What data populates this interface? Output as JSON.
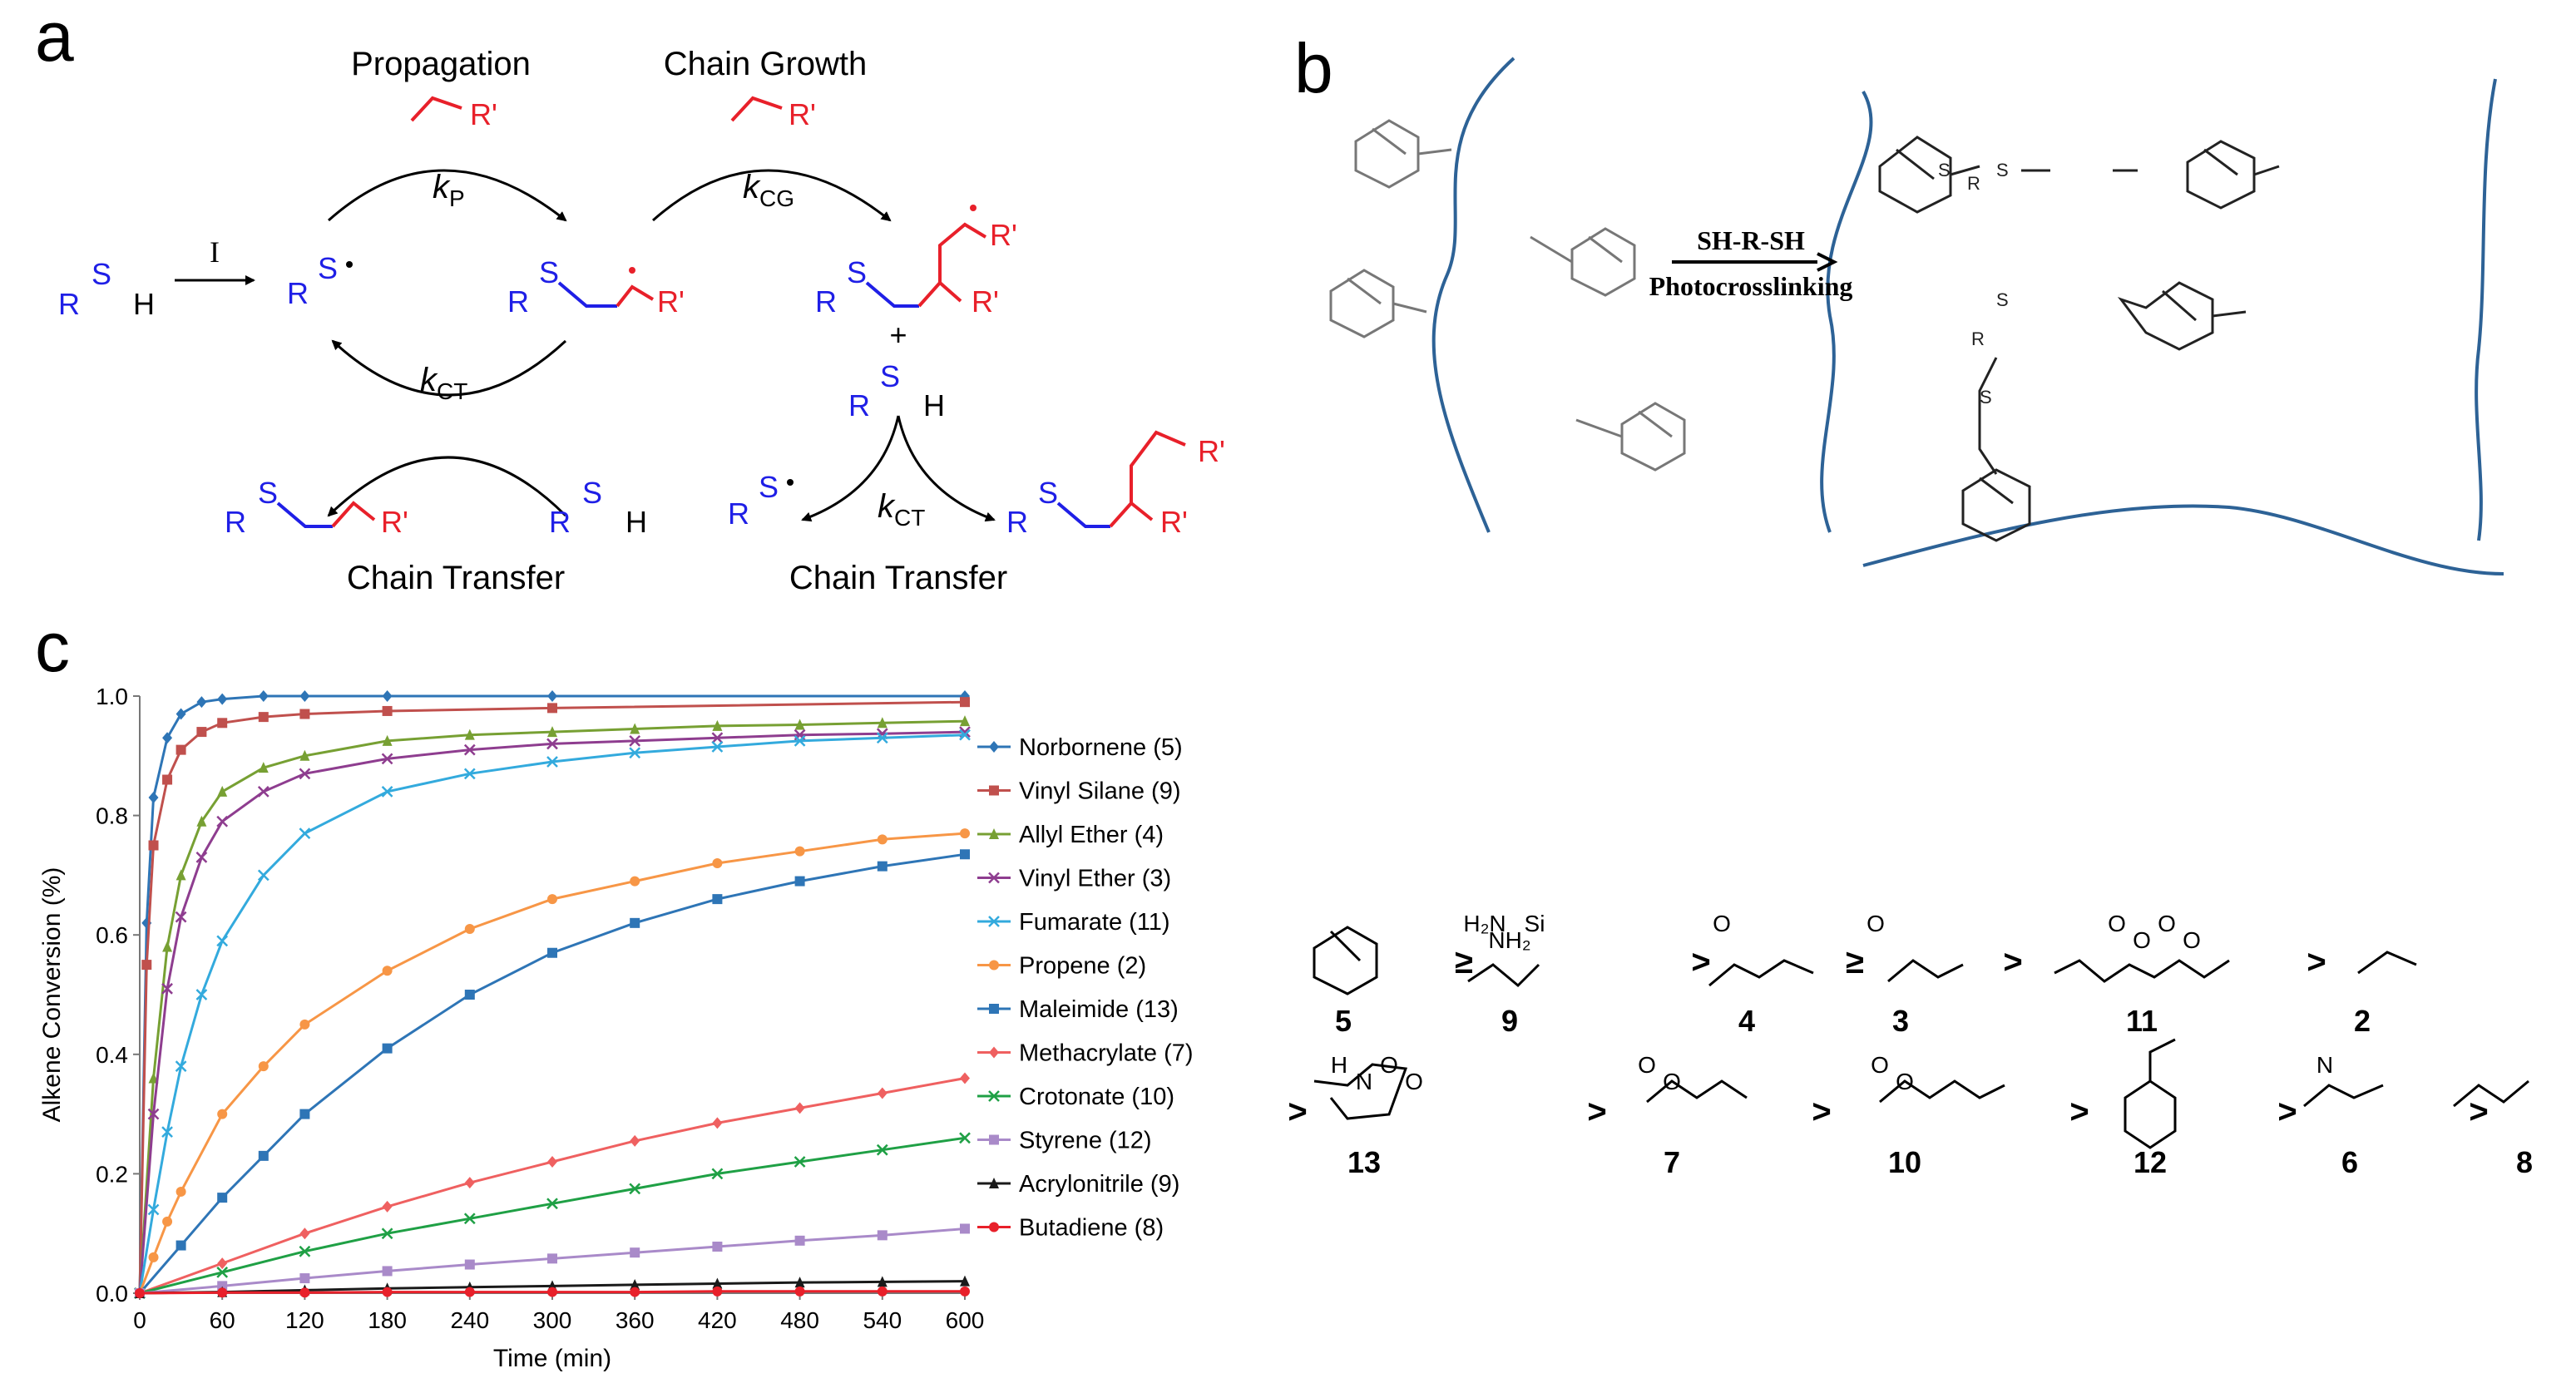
{
  "panels": {
    "a": "a",
    "b": "b",
    "c": "c"
  },
  "scheme_a": {
    "propagation": "Propagation",
    "chain_growth": "Chain Growth",
    "chain_transfer_left": "Chain Transfer",
    "chain_transfer_right": "Chain Transfer",
    "initiator": "I",
    "plus": "+",
    "kP": {
      "base": "k",
      "sub": "P"
    },
    "kCG": {
      "base": "k",
      "sub": "CG"
    },
    "kCT_left": {
      "base": "k",
      "sub": "CT"
    },
    "kCT_right": {
      "base": "k",
      "sub": "CT"
    },
    "atoms": {
      "R": "R",
      "S": "S",
      "H": "H",
      "Rp": "R'"
    },
    "colors": {
      "thiol": "#1f1fe6",
      "ene": "#e8202a",
      "text": "#000000"
    }
  },
  "scheme_b": {
    "reagent": "SH-R-SH",
    "process": "Photocrosslinking",
    "S": "S",
    "R": "R",
    "chain_color": "#2d6296"
  },
  "reactivity_order": {
    "row1": [
      {
        "num": "5",
        "name": "norbornene"
      },
      {
        "op": "≥"
      },
      {
        "num": "9",
        "name": "vinyl silane",
        "labels": [
          "H₂N",
          "NH₂",
          "Si"
        ]
      },
      {
        "op": ">"
      },
      {
        "num": "4",
        "name": "allyl ether",
        "labels": [
          "O"
        ]
      },
      {
        "op": "≥"
      },
      {
        "num": "3",
        "name": "vinyl ether",
        "labels": [
          "O"
        ]
      },
      {
        "op": ">"
      },
      {
        "num": "11",
        "name": "fumarate",
        "labels": [
          "O",
          "O",
          "O",
          "O"
        ]
      },
      {
        "op": ">"
      },
      {
        "num": "2",
        "name": "propene"
      }
    ],
    "row2": [
      {
        "op": ">"
      },
      {
        "num": "13",
        "name": "maleimide",
        "labels": [
          "H",
          "N",
          "O",
          "O"
        ]
      },
      {
        "op": ">"
      },
      {
        "num": "7",
        "name": "methacrylate",
        "labels": [
          "O",
          "O"
        ]
      },
      {
        "op": ">"
      },
      {
        "num": "10",
        "name": "crotonate",
        "labels": [
          "O",
          "O"
        ]
      },
      {
        "op": ">"
      },
      {
        "num": "12",
        "name": "styrene"
      },
      {
        "op": ">"
      },
      {
        "num": "6",
        "name": "acrylonitrile",
        "labels": [
          "N"
        ]
      },
      {
        "op": ">"
      },
      {
        "num": "8",
        "name": "butadiene"
      }
    ]
  },
  "chart_data": {
    "type": "line",
    "xlabel": "Time (min)",
    "ylabel": "Alkene Conversion (%)",
    "xlim": [
      0,
      600
    ],
    "ylim": [
      0,
      1.0
    ],
    "xticks": [
      0,
      60,
      120,
      180,
      240,
      300,
      360,
      420,
      480,
      540,
      600
    ],
    "yticks": [
      0.0,
      0.2,
      0.4,
      0.6,
      0.8,
      1.0
    ],
    "grid": false,
    "legend_position": "right",
    "series": [
      {
        "name": "Norbornene (5)",
        "color": "#2e75b6",
        "marker": "diamond",
        "x": [
          0,
          5,
          10,
          20,
          30,
          45,
          60,
          90,
          120,
          180,
          300,
          600
        ],
        "y": [
          0,
          0.62,
          0.83,
          0.93,
          0.97,
          0.99,
          0.995,
          1.0,
          1.0,
          1.0,
          1.0,
          1.0
        ]
      },
      {
        "name": "Vinyl Silane (9)",
        "color": "#c0504d",
        "marker": "square",
        "x": [
          0,
          5,
          10,
          20,
          30,
          45,
          60,
          90,
          120,
          180,
          300,
          600
        ],
        "y": [
          0,
          0.55,
          0.75,
          0.86,
          0.91,
          0.94,
          0.955,
          0.965,
          0.97,
          0.975,
          0.98,
          0.99
        ]
      },
      {
        "name": "Allyl Ether (4)",
        "color": "#77a033",
        "marker": "triangle",
        "x": [
          0,
          10,
          20,
          30,
          45,
          60,
          90,
          120,
          180,
          240,
          300,
          360,
          420,
          480,
          540,
          600
        ],
        "y": [
          0,
          0.36,
          0.58,
          0.7,
          0.79,
          0.84,
          0.88,
          0.9,
          0.925,
          0.935,
          0.94,
          0.945,
          0.95,
          0.952,
          0.955,
          0.958
        ]
      },
      {
        "name": "Vinyl Ether (3)",
        "color": "#8e3d8f",
        "marker": "x",
        "x": [
          0,
          10,
          20,
          30,
          45,
          60,
          90,
          120,
          180,
          240,
          300,
          360,
          420,
          480,
          540,
          600
        ],
        "y": [
          0,
          0.3,
          0.51,
          0.63,
          0.73,
          0.79,
          0.84,
          0.87,
          0.895,
          0.91,
          0.92,
          0.925,
          0.93,
          0.935,
          0.937,
          0.94
        ]
      },
      {
        "name": "Fumarate (11)",
        "color": "#33aadd",
        "marker": "x",
        "x": [
          0,
          10,
          20,
          30,
          45,
          60,
          90,
          120,
          180,
          240,
          300,
          360,
          420,
          480,
          540,
          600
        ],
        "y": [
          0,
          0.14,
          0.27,
          0.38,
          0.5,
          0.59,
          0.7,
          0.77,
          0.84,
          0.87,
          0.89,
          0.905,
          0.915,
          0.925,
          0.93,
          0.935
        ]
      },
      {
        "name": "Propene (2)",
        "color": "#f79646",
        "marker": "circle",
        "x": [
          0,
          10,
          20,
          30,
          60,
          90,
          120,
          180,
          240,
          300,
          360,
          420,
          480,
          540,
          600
        ],
        "y": [
          0,
          0.06,
          0.12,
          0.17,
          0.3,
          0.38,
          0.45,
          0.54,
          0.61,
          0.66,
          0.69,
          0.72,
          0.74,
          0.76,
          0.77
        ]
      },
      {
        "name": "Maleimide (13)",
        "color": "#2e75b6",
        "marker": "square",
        "x": [
          0,
          30,
          60,
          90,
          120,
          180,
          240,
          300,
          360,
          420,
          480,
          540,
          600
        ],
        "y": [
          0,
          0.08,
          0.16,
          0.23,
          0.3,
          0.41,
          0.5,
          0.57,
          0.62,
          0.66,
          0.69,
          0.715,
          0.735
        ]
      },
      {
        "name": "Methacrylate (7)",
        "color": "#ef6060",
        "marker": "diamond",
        "x": [
          0,
          60,
          120,
          180,
          240,
          300,
          360,
          420,
          480,
          540,
          600
        ],
        "y": [
          0,
          0.05,
          0.1,
          0.145,
          0.185,
          0.22,
          0.255,
          0.285,
          0.31,
          0.335,
          0.36
        ]
      },
      {
        "name": "Crotonate (10)",
        "color": "#1fa045",
        "marker": "x",
        "x": [
          0,
          60,
          120,
          180,
          240,
          300,
          360,
          420,
          480,
          540,
          600
        ],
        "y": [
          0,
          0.035,
          0.07,
          0.1,
          0.125,
          0.15,
          0.175,
          0.2,
          0.22,
          0.24,
          0.26
        ]
      },
      {
        "name": "Styrene (12)",
        "color": "#a98ac9",
        "marker": "square",
        "x": [
          0,
          60,
          120,
          180,
          240,
          300,
          360,
          420,
          480,
          540,
          600
        ],
        "y": [
          0,
          0.012,
          0.025,
          0.037,
          0.048,
          0.058,
          0.068,
          0.078,
          0.088,
          0.097,
          0.108
        ]
      },
      {
        "name": "Acrylonitrile (9)",
        "color": "#1a1a1a",
        "marker": "triangle",
        "x": [
          0,
          60,
          120,
          180,
          240,
          300,
          360,
          420,
          480,
          540,
          600
        ],
        "y": [
          0,
          0.002,
          0.005,
          0.008,
          0.01,
          0.012,
          0.014,
          0.016,
          0.018,
          0.019,
          0.02
        ]
      },
      {
        "name": "Butadiene (8)",
        "color": "#e8202a",
        "marker": "circle",
        "x": [
          0,
          60,
          120,
          180,
          240,
          300,
          360,
          420,
          480,
          540,
          600
        ],
        "y": [
          0,
          0.001,
          0.001,
          0.002,
          0.002,
          0.002,
          0.002,
          0.003,
          0.003,
          0.003,
          0.003
        ]
      }
    ]
  }
}
